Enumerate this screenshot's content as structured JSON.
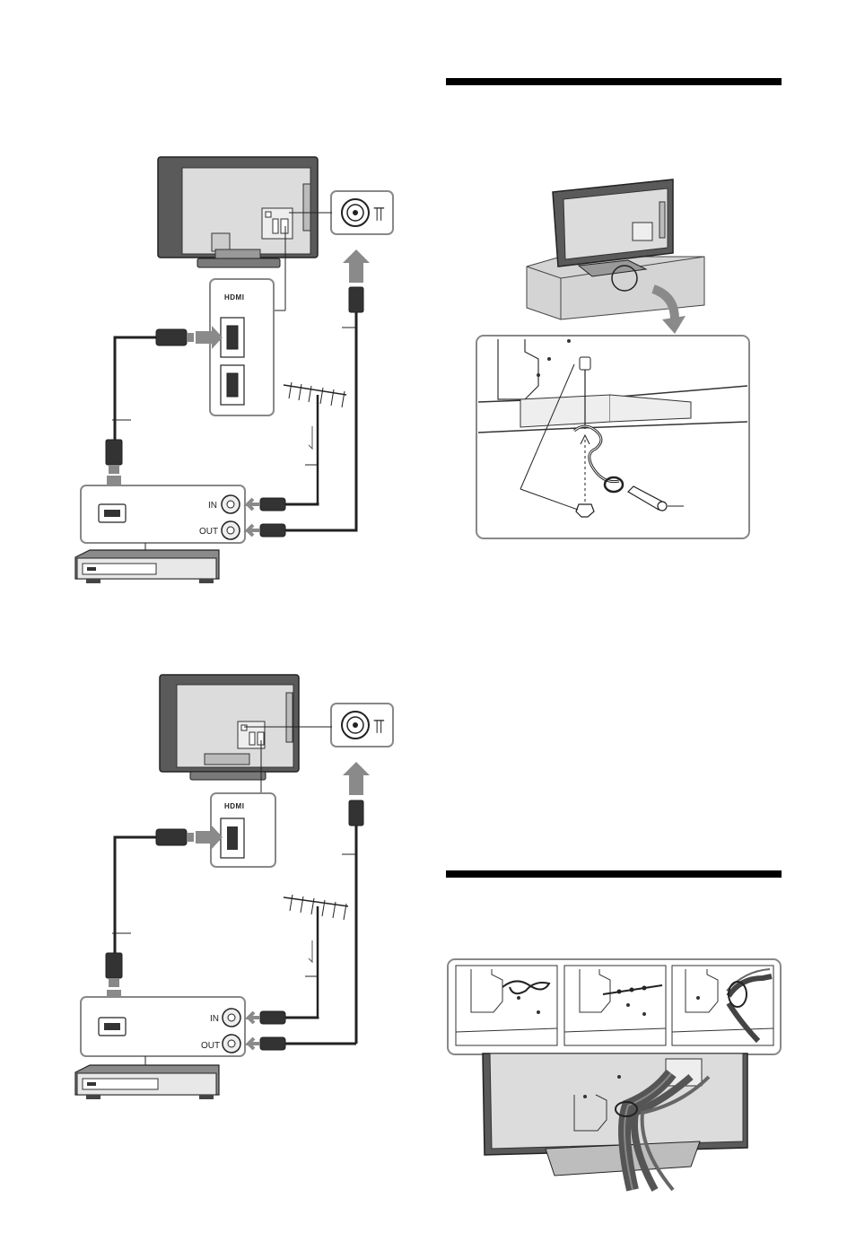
{
  "diagrams": {
    "connection_a": {
      "hdmi_logo": "HDMI",
      "port_in": "IN",
      "port_out": "OUT",
      "antenna_symbol": "⫪"
    },
    "connection_b": {
      "hdmi_logo": "HDMI",
      "port_in": "IN",
      "port_out": "OUT",
      "antenna_symbol": "⫪"
    }
  },
  "sections": {
    "securing_tv": {
      "header_bar_color": "#000000"
    },
    "bundling_cables": {
      "header_bar_color": "#000000"
    }
  },
  "colors": {
    "tv_body": "#5a5a5a",
    "tv_back": "#dcdcdc",
    "arrow": "#8a8a8a",
    "outline": "#222222",
    "panel_border": "#888888",
    "stand_box": "#d4d4d4"
  }
}
